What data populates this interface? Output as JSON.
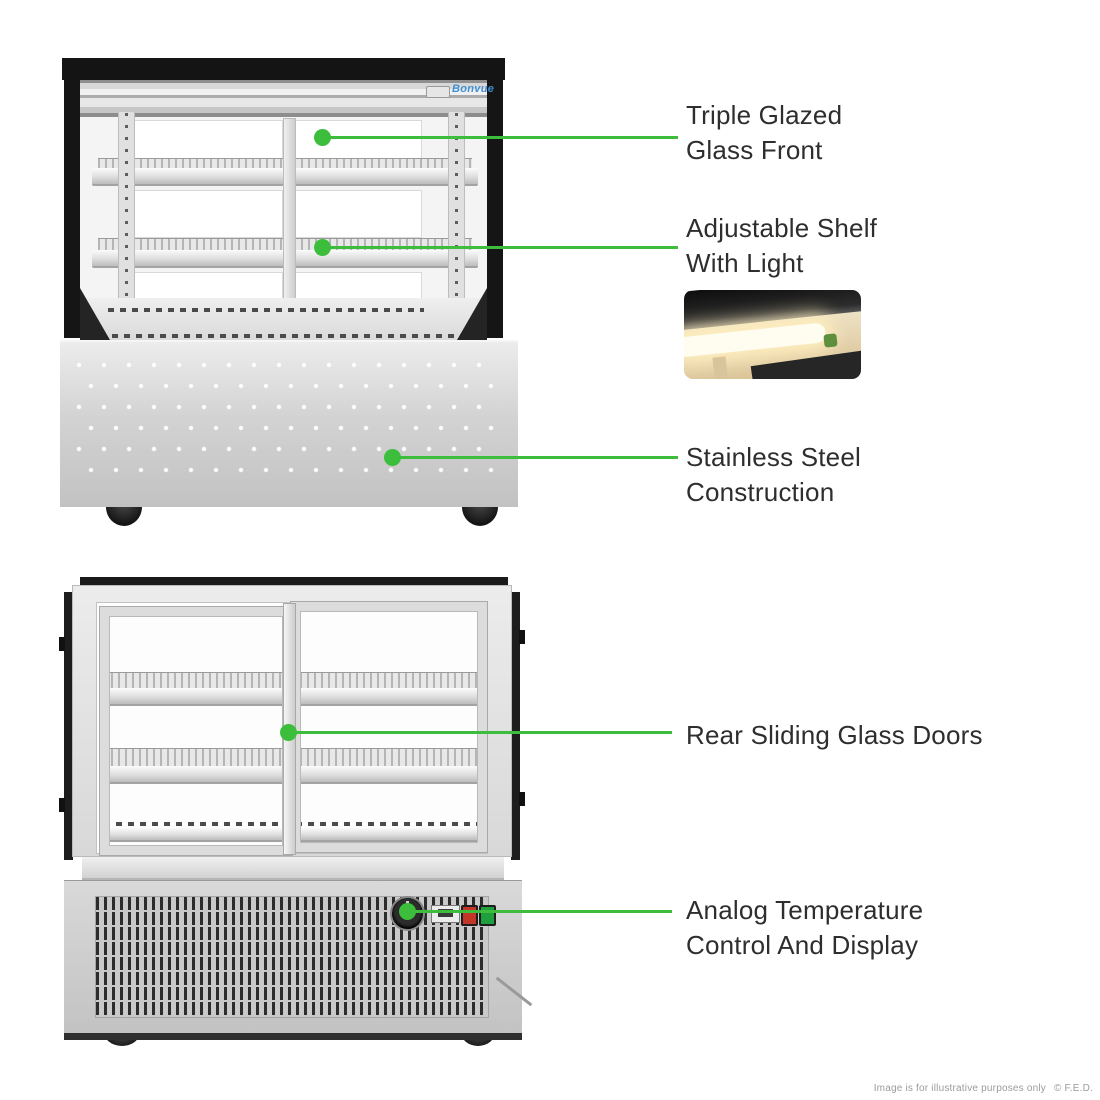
{
  "theme": {
    "accent_color": "#3cbe3c",
    "label_color": "#2e2e2e",
    "background": "#ffffff",
    "footer_color": "#9b9b9b",
    "brand_color": "#3f8fd6",
    "stainless_color": "#d6d6d6",
    "frame_color": "#141414"
  },
  "product": {
    "brand_logo": "Bonvue"
  },
  "annotations": {
    "items": [
      {
        "line1": "Triple Glazed",
        "line2": "Glass Front"
      },
      {
        "line1": "Adjustable Shelf",
        "line2": "With Light"
      },
      {
        "line1": "Stainless Steel",
        "line2": "Construction"
      },
      {
        "line1": "Rear Sliding Glass Doors",
        "line2": ""
      },
      {
        "line1": "Analog Temperature",
        "line2": "Control And Display"
      }
    ]
  },
  "footer": {
    "disclaimer": "Image is for illustrative purposes only",
    "copyright": "© F.E.D."
  }
}
